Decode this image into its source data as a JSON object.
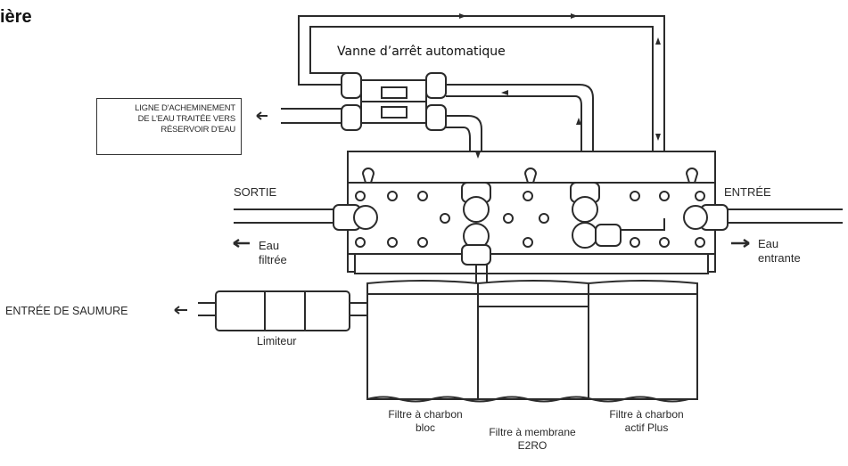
{
  "title_fragment": "ière",
  "labels": {
    "valve": "Vanne d’arrêt automatique",
    "treated_line": [
      "LIGNE D'ACHEMINEMENT",
      "DE L'EAU TRAITÉE VERS",
      "RÉSERVOIR D'EAU"
    ],
    "outlet": "SORTIE",
    "inlet": "ENTRÉE",
    "filtered_water": [
      "Eau",
      "filtrée"
    ],
    "incoming_water": [
      "Eau",
      "entrante"
    ],
    "brine_inlet": "ENTRÉE DE SAUMURE",
    "restrictor": "Limiteur",
    "filter_1": [
      "Filtre à charbon",
      "bloc"
    ],
    "filter_2": [
      "Filtre à membrane",
      "E2RO"
    ],
    "filter_3": [
      "Filtre à charbon",
      "actif Plus"
    ]
  },
  "colors": {
    "line": "#2b2b2b",
    "background": "#ffffff"
  }
}
